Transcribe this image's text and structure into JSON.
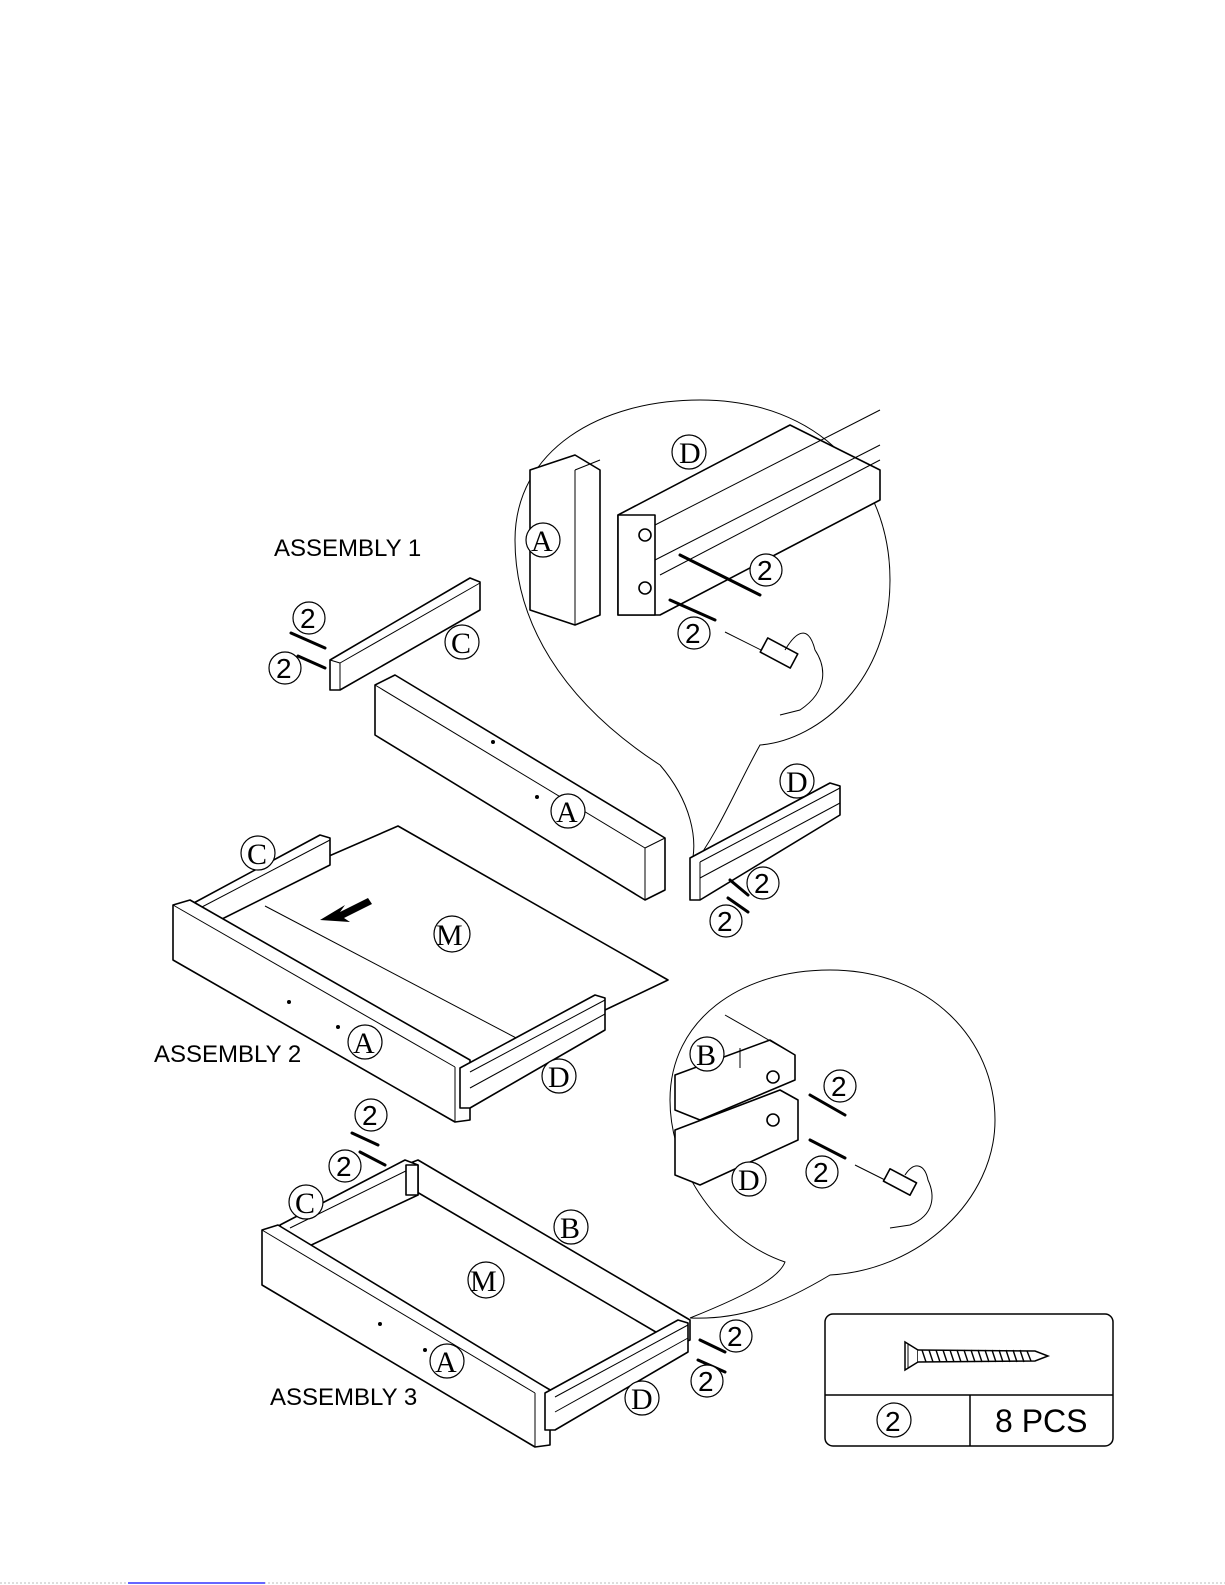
{
  "assemblies": [
    {
      "title": "ASSEMBLY 1"
    },
    {
      "title": "ASSEMBLY 2"
    },
    {
      "title": "ASSEMBLY 3"
    }
  ],
  "part_labels": {
    "A": "A",
    "B": "B",
    "C": "C",
    "D": "D",
    "M": "M"
  },
  "hardware_number": "2",
  "hardware_table": {
    "hardware_id": "2",
    "quantity": "8 PCS",
    "icon": "screw-icon"
  }
}
